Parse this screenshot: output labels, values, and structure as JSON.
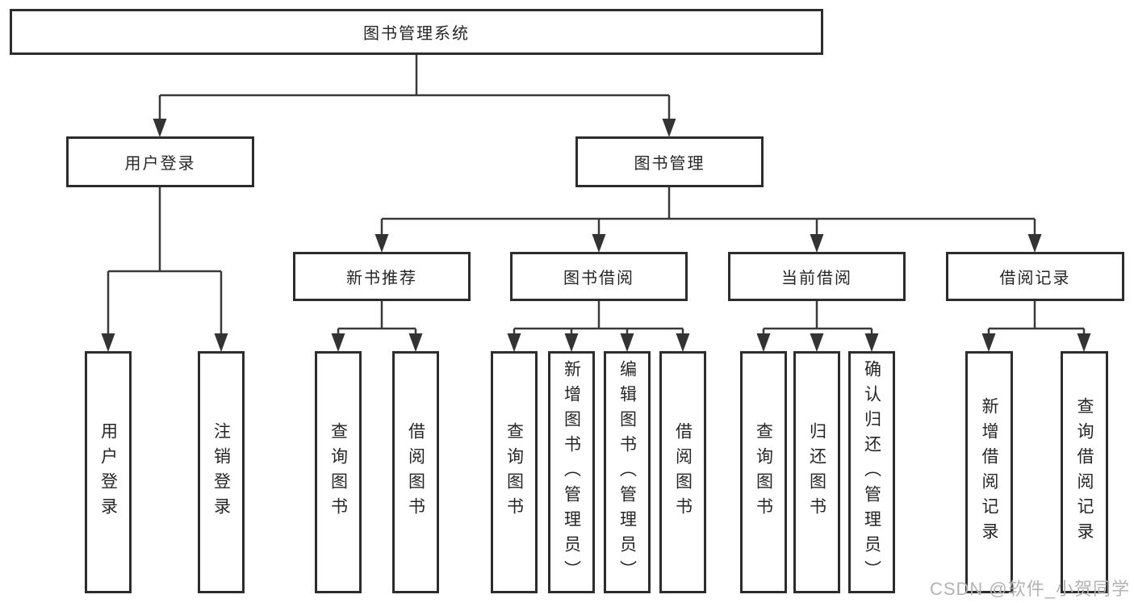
{
  "colors": {
    "background": "#ffffff",
    "box_border": "#2d2d2d",
    "line": "#3a3a3a",
    "text": "#262626",
    "watermark_text": "#b3b3b3"
  },
  "diagram": {
    "type": "hierarchy-tree",
    "root": {
      "label": "图书管理系统"
    },
    "branches": [
      {
        "label": "用户登录",
        "children": [
          {
            "label": "用户登录"
          },
          {
            "label": "注销登录"
          }
        ]
      },
      {
        "label": "图书管理",
        "children": [
          {
            "label": "新书推荐",
            "children": [
              {
                "label": "查询图书"
              },
              {
                "label": "借阅图书"
              }
            ]
          },
          {
            "label": "图书借阅",
            "children": [
              {
                "label": "查询图书"
              },
              {
                "label": "新增图书（管理员）"
              },
              {
                "label": "编辑图书（管理员）"
              },
              {
                "label": "借阅图书"
              }
            ]
          },
          {
            "label": "当前借阅",
            "children": [
              {
                "label": "查询图书"
              },
              {
                "label": "归还图书"
              },
              {
                "label": "确认归还（管理员）"
              }
            ]
          },
          {
            "label": "借阅记录",
            "children": [
              {
                "label": "新增借阅记录"
              },
              {
                "label": "查询借阅记录"
              }
            ]
          }
        ]
      }
    ]
  },
  "watermark": {
    "label": "CSDN @软件_小贺同学"
  }
}
